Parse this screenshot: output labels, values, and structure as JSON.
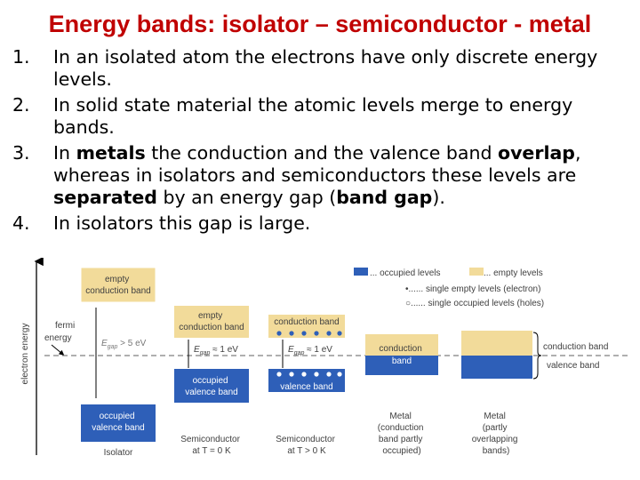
{
  "slide": {
    "title": "Energy bands: isolator – semiconductor - metal",
    "points": [
      {
        "num": "1.",
        "parts": [
          {
            "t": "In an isolated atom the electrons have only discrete energy levels.",
            "b": false
          }
        ]
      },
      {
        "num": "2.",
        "parts": [
          {
            "t": "In solid state material the atomic levels merge to energy bands.",
            "b": false
          }
        ]
      },
      {
        "num": "3.",
        "parts": [
          {
            "t": "In ",
            "b": false
          },
          {
            "t": "metals",
            "b": true
          },
          {
            "t": " the conduction and the valence band ",
            "b": false
          },
          {
            "t": "overlap",
            "b": true
          },
          {
            "t": ", whereas in isolators and semiconductors these levels are ",
            "b": false
          },
          {
            "t": "separated",
            "b": true
          },
          {
            "t": " by an energy gap (",
            "b": false
          },
          {
            "t": "band gap",
            "b": true
          },
          {
            "t": ").",
            "b": false
          }
        ]
      },
      {
        "num": "4.",
        "parts": [
          {
            "t": " In isolators this gap is large.",
            "b": false
          }
        ]
      }
    ]
  },
  "diagram": {
    "colors": {
      "occupied": "#2e5fb8",
      "empty": "#f2db9a",
      "dashed": "#7f7f7f",
      "axis": "#000000",
      "text": "#404040"
    },
    "y_axis_label": "electron energy",
    "fermi_label": [
      "fermi",
      "energy"
    ],
    "legend": {
      "occupied": "... occupied levels",
      "empty": "... empty levels",
      "single_empty": "•...... single empty levels (electron)",
      "single_occupied": "○...... single occupied levels (holes)"
    },
    "isolator": {
      "empty_band": [
        "empty",
        "conduction band"
      ],
      "gap": "E_gap > 5 eV",
      "occupied_band": [
        "occupied",
        "valence band"
      ],
      "caption": "Isolator"
    },
    "semi_t0": {
      "empty_band": [
        "empty",
        "conduction band"
      ],
      "gap": "E_gap ≈ 1 eV",
      "occupied_band": [
        "occupied",
        "valence band"
      ],
      "caption": [
        "Semiconductor",
        "at T = 0 K"
      ]
    },
    "semi_t": {
      "conduction_band": "conduction band",
      "gap": "E_gap ≈ 1 eV",
      "valence_band": "valence band",
      "caption": [
        "Semiconductor",
        "at T > 0 K"
      ]
    },
    "metal_partial": {
      "band": [
        "conduction",
        "band"
      ],
      "caption": [
        "Metal",
        "(conduction",
        "band partly",
        "occupied)"
      ]
    },
    "metal_overlap": {
      "conduction_label": "conduction band",
      "valence_label": "valence band",
      "caption": [
        "Metal",
        "(partly",
        "overlapping",
        "bands)"
      ]
    }
  }
}
